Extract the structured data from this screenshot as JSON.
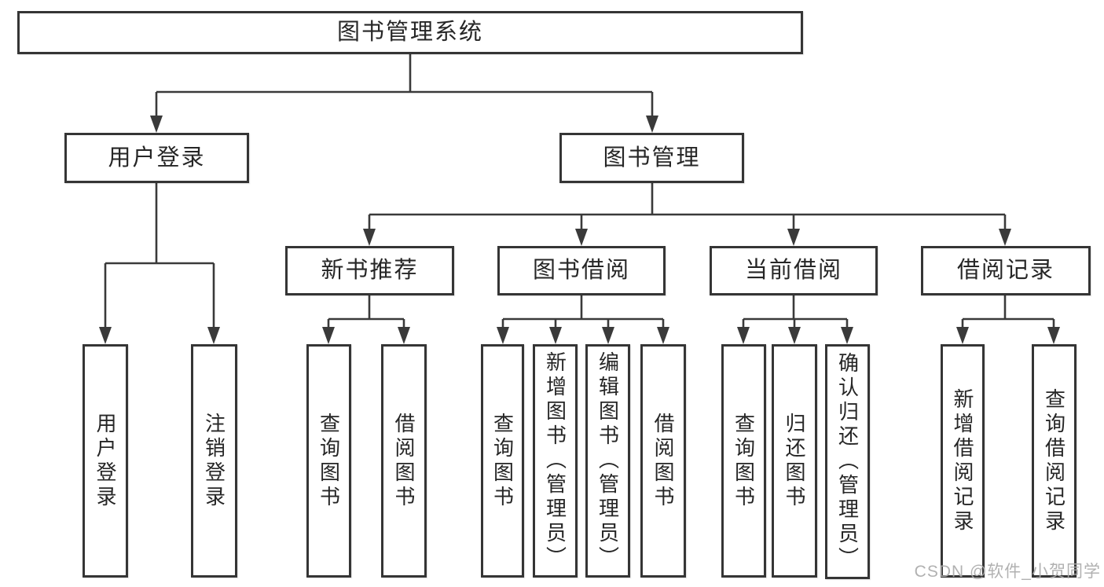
{
  "diagram_title": "图书管理系统",
  "nodes": {
    "root": {
      "label": "图书管理系统"
    },
    "user_login": {
      "label": "用户登录"
    },
    "book_management": {
      "label": "图书管理"
    },
    "new_book_recommend": {
      "label": "新书推荐"
    },
    "book_borrow": {
      "label": "图书借阅"
    },
    "current_borrow": {
      "label": "当前借阅"
    },
    "borrow_records": {
      "label": "借阅记录"
    },
    "leaves": [
      {
        "label": "用户登录"
      },
      {
        "label": "注销登录"
      },
      {
        "label": "查询图书"
      },
      {
        "label": "借阅图书"
      },
      {
        "label": "查询图书"
      },
      {
        "label": "新增图书（管理员）"
      },
      {
        "label": "编辑图书（管理员）"
      },
      {
        "label": "借阅图书"
      },
      {
        "label": "查询图书"
      },
      {
        "label": "归还图书"
      },
      {
        "label": "确认归还（管理员）"
      },
      {
        "label": "新增借阅记录"
      },
      {
        "label": "查询借阅记录"
      }
    ]
  },
  "watermark": {
    "text": "CSDN @软件_小贺同学"
  },
  "colors": {
    "background": "#ffffff",
    "line": "#3a3a3a",
    "box_border": "#353535",
    "text": "#262626",
    "watermark": "#ababab"
  }
}
